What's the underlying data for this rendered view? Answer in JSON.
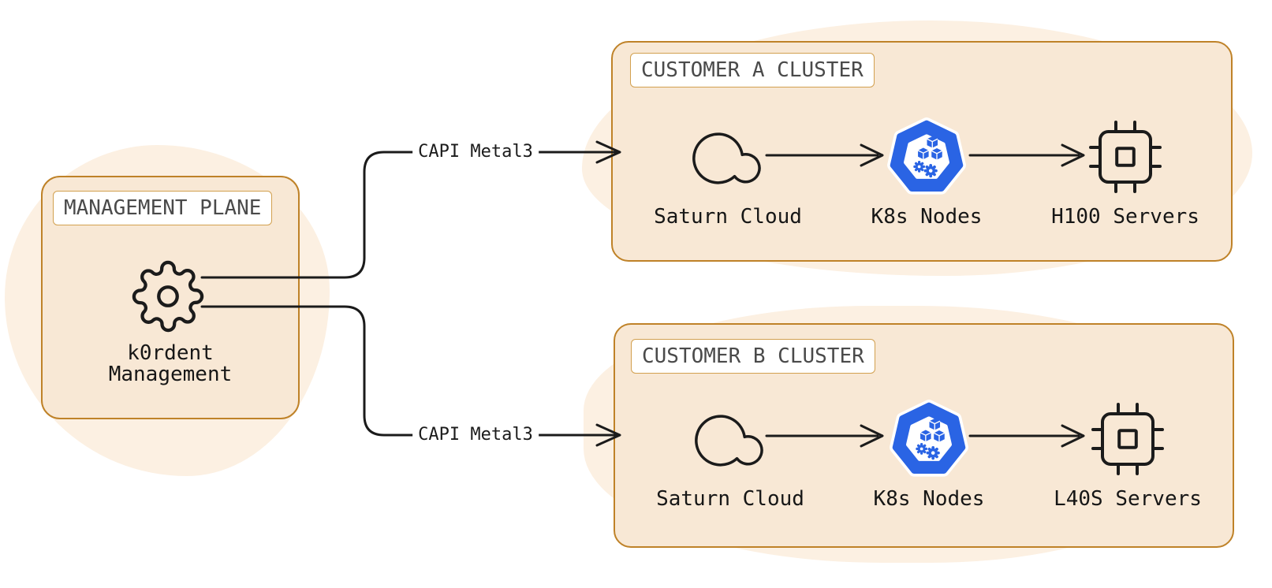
{
  "management": {
    "title": "MANAGEMENT PLANE",
    "node": {
      "icon": "gear-icon",
      "label": "k0rdent\nManagement"
    }
  },
  "connections": [
    {
      "label": "CAPI Metal3",
      "from": "k0rdent Management",
      "to": "CUSTOMER A CLUSTER"
    },
    {
      "label": "CAPI Metal3",
      "from": "k0rdent Management",
      "to": "CUSTOMER B CLUSTER"
    }
  ],
  "clusters": [
    {
      "title": "CUSTOMER A CLUSTER",
      "nodes": [
        {
          "icon": "cloud-icon",
          "label": "Saturn Cloud"
        },
        {
          "icon": "kubernetes-icon",
          "label": "K8s Nodes"
        },
        {
          "icon": "cpu-chip-icon",
          "label": "H100 Servers"
        }
      ]
    },
    {
      "title": "CUSTOMER B CLUSTER",
      "nodes": [
        {
          "icon": "cloud-icon",
          "label": "Saturn Cloud"
        },
        {
          "icon": "kubernetes-icon",
          "label": "K8s Nodes"
        },
        {
          "icon": "cpu-chip-icon",
          "label": "L40S Servers"
        }
      ]
    }
  ],
  "colors": {
    "box_border": "#bf8228",
    "box_fill": "#f8e8d5",
    "blob_fill": "#fcf0e2",
    "chip_border": "#d2a04f",
    "ink": "#1b1b1b",
    "title_text": "#4a4a4a",
    "kubernetes_blue": "#2a64e4",
    "background": "#ffffff"
  }
}
